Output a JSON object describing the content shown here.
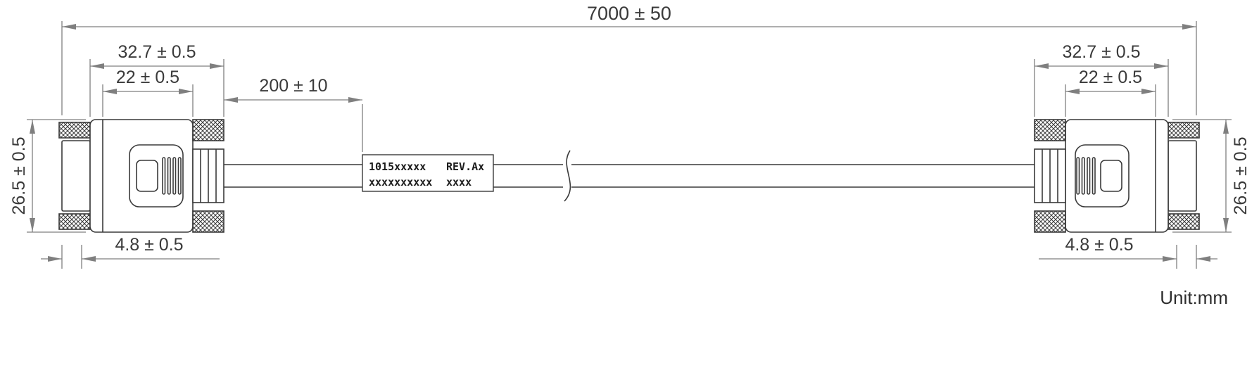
{
  "drawing": {
    "title": "cable-outline-dimension-drawing",
    "unit": "Unit:mm",
    "colors": {
      "part_line": "#3a3a3a",
      "dimension_line": "#7f7f7f",
      "text": "#3a3a3a",
      "background": "#ffffff"
    },
    "dims": {
      "overall": "7000 ± 50",
      "left": {
        "width_outer": "32.7 ± 0.5",
        "width_body": "22 ± 0.5",
        "label_offset": "200 ± 10",
        "height": "26.5 ± 0.5",
        "flange": "4.8 ± 0.5"
      },
      "right": {
        "width_outer": "32.7 ± 0.5",
        "width_body": "22 ± 0.5",
        "height": "26.5 ± 0.5",
        "flange": "4.8 ± 0.5"
      }
    },
    "label": {
      "l1a": "1015xxxxx",
      "l1b": "REV.Ax",
      "l2a": "xxxxxxxxxx",
      "l2b": "xxxx"
    }
  }
}
